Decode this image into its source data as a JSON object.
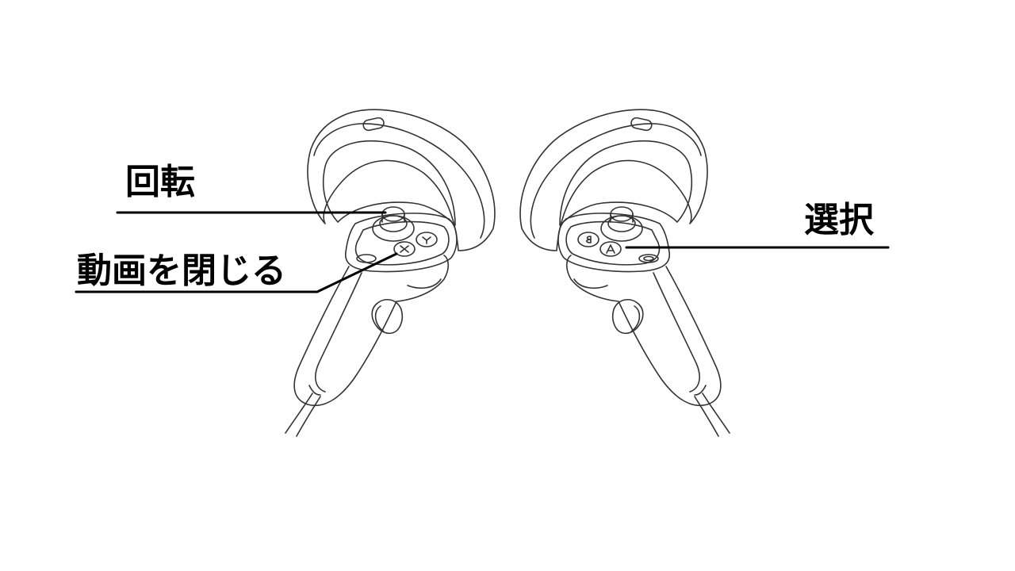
{
  "labels": {
    "rotate": "回転",
    "close_video": "動画を閉じる",
    "select": "選択"
  },
  "colors": {
    "background": "#ffffff",
    "outline": "#333333",
    "leader_line": "#000000",
    "label_text": "#000000"
  },
  "icons": {
    "left_controller": "left-vr-controller-icon",
    "right_controller": "right-vr-controller-icon"
  }
}
